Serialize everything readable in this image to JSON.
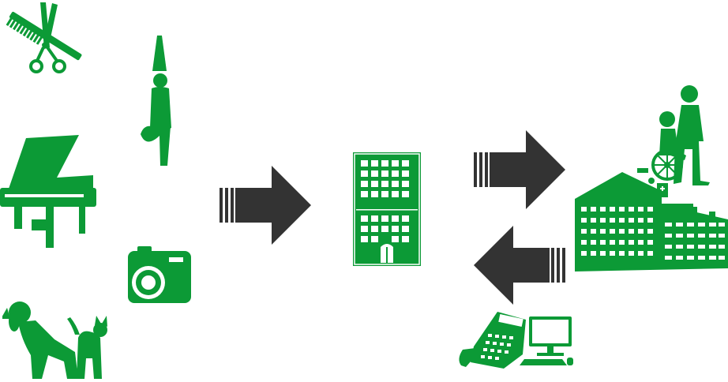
{
  "colors": {
    "icon": "#0c9a36",
    "icon_detail": "#ffffff",
    "arrow": "#333333",
    "background": "#ffffff"
  },
  "left_icons": [
    "scissors-comb-icon",
    "yoga-person-icon",
    "grand-piano-icon",
    "camera-icon",
    "dog-and-cat-icon"
  ],
  "center_icon": "office-building-icon",
  "right_icons": [
    "caregiver-wheelchair-icon",
    "hospital-building-icon",
    "phone-and-computer-icon"
  ],
  "arrows": [
    "arrow-right",
    "arrow-right",
    "arrow-left"
  ]
}
